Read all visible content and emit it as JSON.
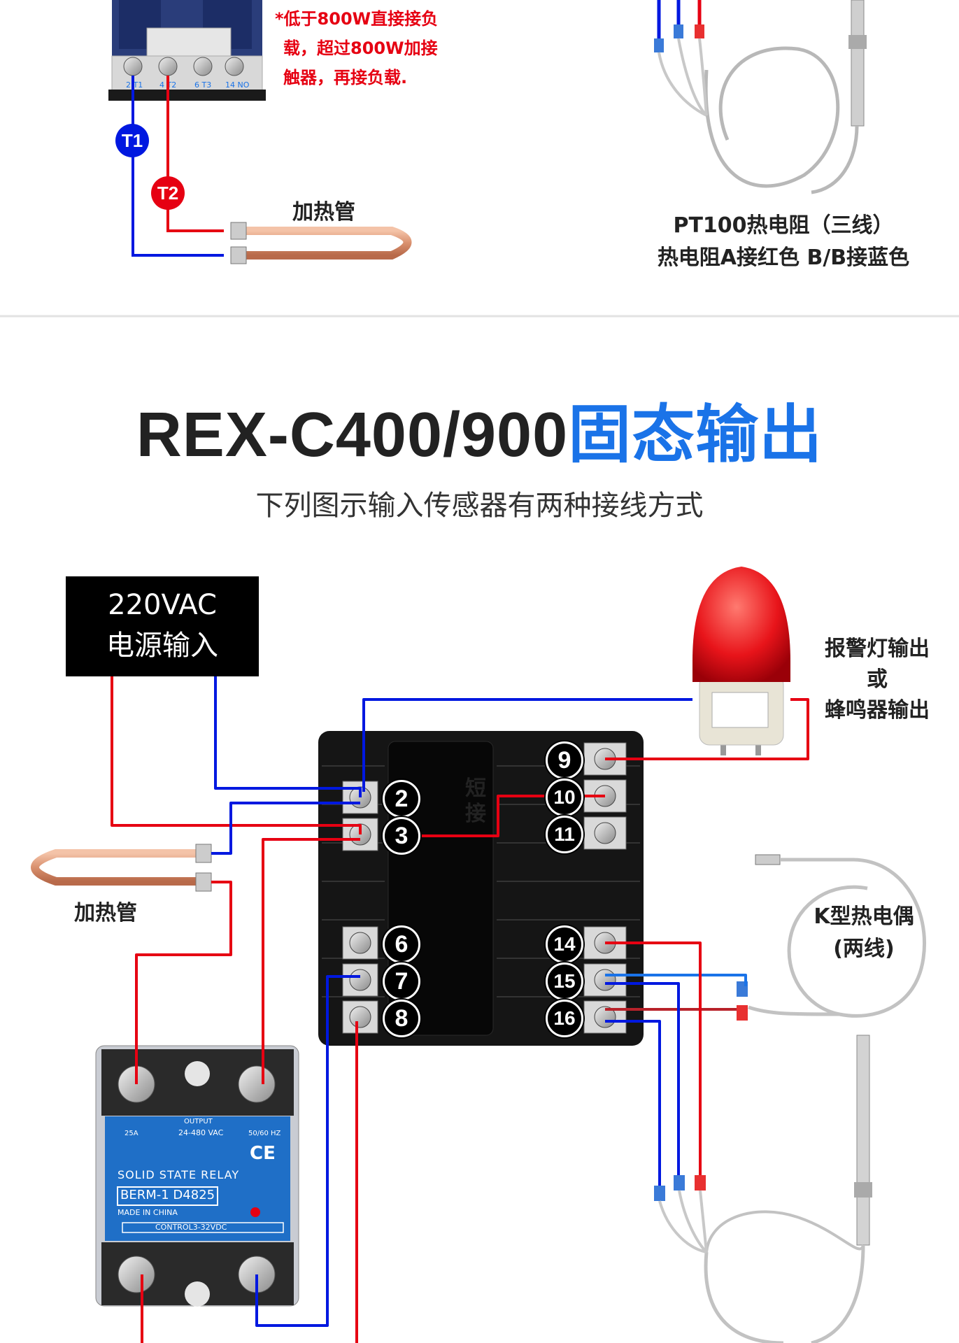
{
  "top_section": {
    "note_lines": [
      "*低于800W直接接负",
      "载，超过800W加接",
      "触器，再接负载."
    ],
    "contactor_terminals": [
      "2 T1",
      "4 T2",
      "6 T3",
      "14 NO"
    ],
    "badge_t1": "T1",
    "badge_t2": "T2",
    "heater_label": "加热管",
    "pt100_line1": "PT100热电阻（三线）",
    "pt100_line2": "热电阻A接红色  B/B接蓝色"
  },
  "title": {
    "main": "REX-C400/900",
    "accent": "固态输出"
  },
  "subtitle": "下列图示输入传感器有两种接线方式",
  "power_box": {
    "line1": "220VAC",
    "line2": "电源输入"
  },
  "heater_label": "加热管",
  "alarm_label": [
    "报警灯输出",
    "或",
    "蜂鸣器输出"
  ],
  "short_label": [
    "短",
    "接"
  ],
  "thermocouple_label": [
    "K型热电偶",
    "(两线)"
  ],
  "terminals_left": [
    "2",
    "3",
    "6",
    "7",
    "8"
  ],
  "terminals_right": [
    "9",
    "10",
    "11",
    "14",
    "15",
    "16"
  ],
  "ssr": {
    "output": "OUTPUT",
    "rating_left": "25A",
    "rating_mid": "24-480 VAC",
    "rating_right": "50/60 HZ",
    "ce": "CE",
    "type": "SOLID STATE RELAY",
    "model": "BERM-1 D4825",
    "origin": "MADE IN CHINA",
    "control": "CONTROL3-32VDC"
  },
  "colors": {
    "wire_red": "#e60012",
    "wire_blue": "#0018e0",
    "accent_blue": "#1a73e8"
  }
}
